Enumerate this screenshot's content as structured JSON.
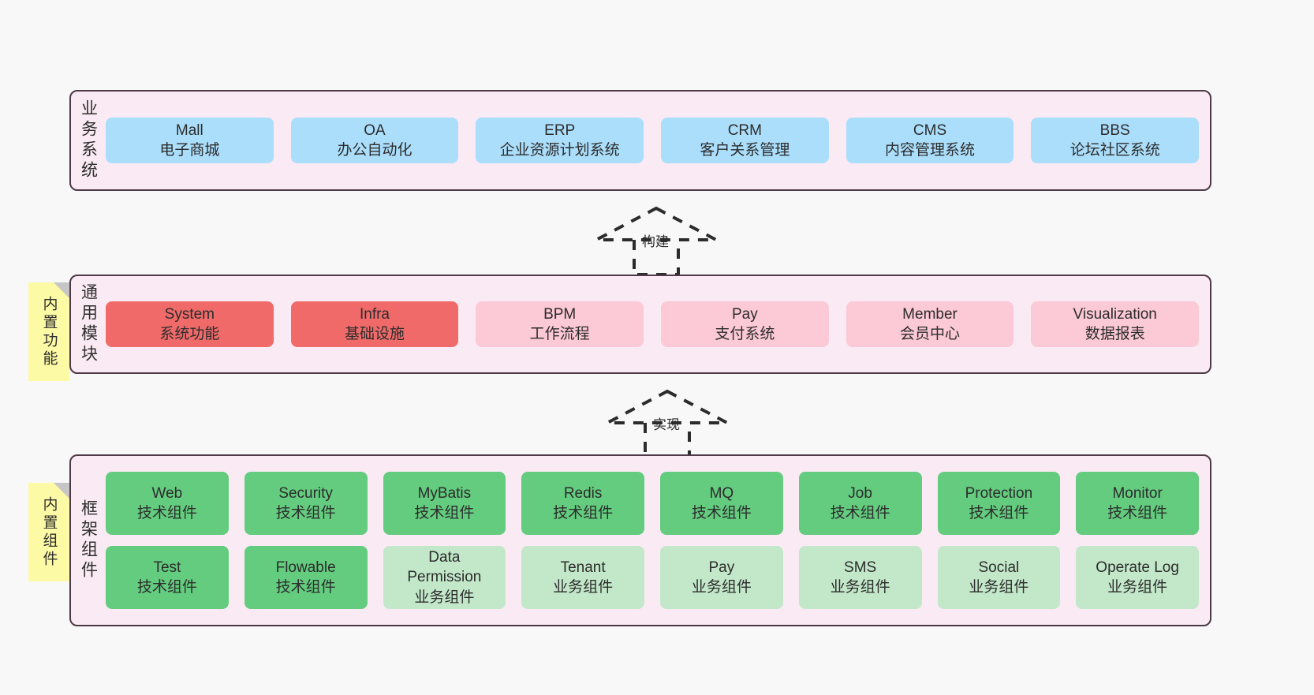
{
  "diagram": {
    "title_hidden": "",
    "colors": {
      "panel_fill": "#f9eaf3",
      "panel_border": "#4c3b46",
      "blue": "#abdefb",
      "red": "#f16a6a",
      "pink": "#fcc9d6",
      "green": "#64cc7f",
      "light_green": "#c3e8c9",
      "sticky": "#fcfaa4",
      "sticky_fold": "#c6c6c6",
      "background": "#f8f8f8"
    }
  },
  "layers": [
    {
      "id": "business-system",
      "label": "业务系统",
      "sticky": null,
      "rows": [
        {
          "items": [
            {
              "name": "Mall",
              "desc": "电子商城",
              "style": "c-blue"
            },
            {
              "name": "OA",
              "desc": "办公自动化",
              "style": "c-blue"
            },
            {
              "name": "ERP",
              "desc": "企业资源计划系统",
              "style": "c-blue"
            },
            {
              "name": "CRM",
              "desc": "客户关系管理",
              "style": "c-blue"
            },
            {
              "name": "CMS",
              "desc": "内容管理系统",
              "style": "c-blue"
            },
            {
              "name": "BBS",
              "desc": "论坛社区系统",
              "style": "c-blue"
            }
          ]
        }
      ]
    },
    {
      "id": "common-module",
      "label": "通用模块",
      "sticky": "内置功能",
      "rows": [
        {
          "items": [
            {
              "name": "System",
              "desc": "系统功能",
              "style": "c-red"
            },
            {
              "name": "Infra",
              "desc": "基础设施",
              "style": "c-red"
            },
            {
              "name": "BPM",
              "desc": "工作流程",
              "style": "c-pink"
            },
            {
              "name": "Pay",
              "desc": "支付系统",
              "style": "c-pink"
            },
            {
              "name": "Member",
              "desc": "会员中心",
              "style": "c-pink"
            },
            {
              "name": "Visualization",
              "desc": "数据报表",
              "style": "c-pink"
            }
          ]
        }
      ]
    },
    {
      "id": "framework-component",
      "label": "框架组件",
      "sticky": "内置组件",
      "rows": [
        {
          "items": [
            {
              "name": "Web",
              "desc": "技术组件",
              "style": "c-green"
            },
            {
              "name": "Security",
              "desc": "技术组件",
              "style": "c-green"
            },
            {
              "name": "MyBatis",
              "desc": "技术组件",
              "style": "c-green"
            },
            {
              "name": "Redis",
              "desc": "技术组件",
              "style": "c-green"
            },
            {
              "name": "MQ",
              "desc": "技术组件",
              "style": "c-green"
            },
            {
              "name": "Job",
              "desc": "技术组件",
              "style": "c-green"
            },
            {
              "name": "Protection",
              "desc": "技术组件",
              "style": "c-green"
            },
            {
              "name": "Monitor",
              "desc": "技术组件",
              "style": "c-green"
            }
          ]
        },
        {
          "items": [
            {
              "name": "Test",
              "desc": "技术组件",
              "style": "c-green"
            },
            {
              "name": "Flowable",
              "desc": "技术组件",
              "style": "c-green"
            },
            {
              "name": "Data Permission",
              "desc": "业务组件",
              "style": "c-lgreen"
            },
            {
              "name": "Tenant",
              "desc": "业务组件",
              "style": "c-lgreen"
            },
            {
              "name": "Pay",
              "desc": "业务组件",
              "style": "c-lgreen"
            },
            {
              "name": "SMS",
              "desc": "业务组件",
              "style": "c-lgreen"
            },
            {
              "name": "Social",
              "desc": "业务组件",
              "style": "c-lgreen"
            },
            {
              "name": "Operate Log",
              "desc": "业务组件",
              "style": "c-lgreen"
            }
          ]
        }
      ]
    }
  ],
  "connectors": [
    {
      "id": "build",
      "label": "构建",
      "from": "common-module",
      "to": "business-system"
    },
    {
      "id": "implement",
      "label": "实现",
      "from": "framework-component",
      "to": "common-module"
    }
  ]
}
